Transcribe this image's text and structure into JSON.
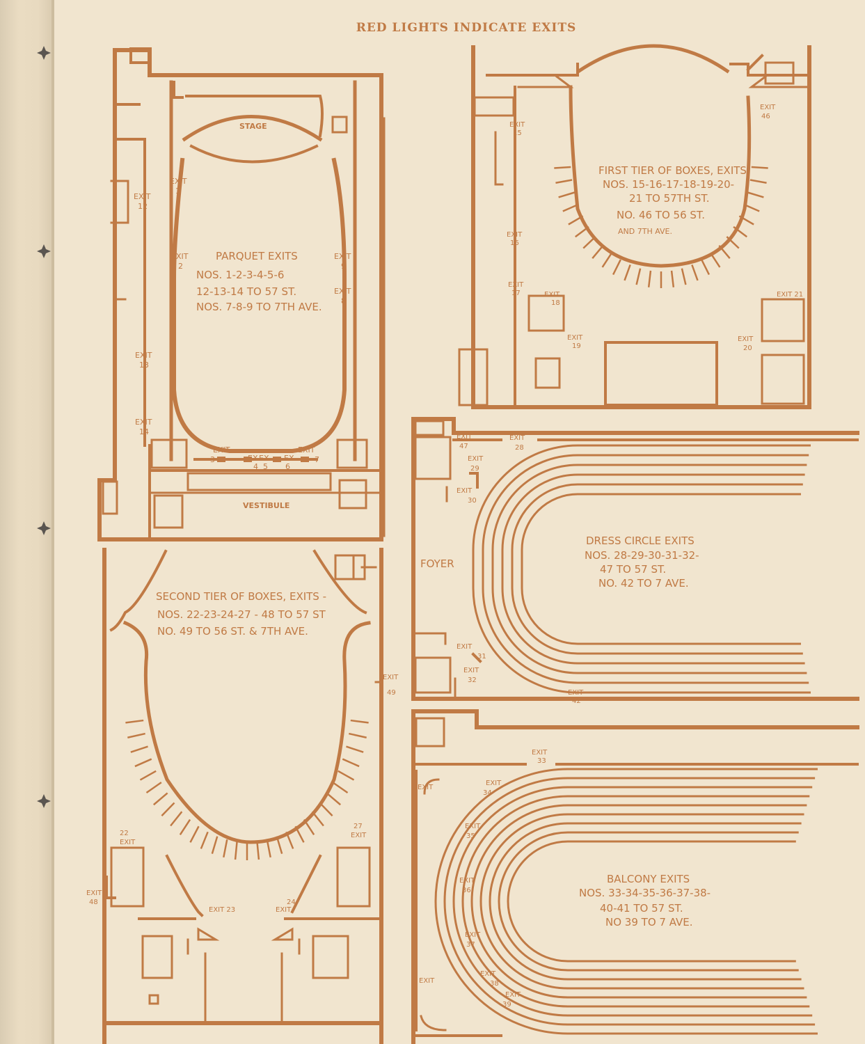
{
  "header": {
    "title": "RED LIGHTS INDICATE EXITS"
  },
  "colors": {
    "ink": "#c07a45",
    "paper": "#f1e5cf",
    "binding": "#e3d5ba"
  },
  "parquet": {
    "stage": "STAGE",
    "vestibule": "VESTIBULE",
    "heading": "PARQUET EXITS",
    "line1": "NOS. 1-2-3-4-5-6",
    "line2": "12-13-14 TO 57 ST.",
    "line3": "NOS. 7-8-9 TO 7TH AVE.",
    "exit_word": "EXIT",
    "ex_word": "EX",
    "n1": "1",
    "n2": "2",
    "n3": "3",
    "n4": "4",
    "n5": "5",
    "n6": "6",
    "n7": "7",
    "n8": "8",
    "n9": "9",
    "n12": "12",
    "n13": "13",
    "n14": "14"
  },
  "first_tier": {
    "heading": "FIRST TIER OF BOXES, EXITS",
    "line1": "NOS. 15-16-17-18-19-20-",
    "line2": "21 TO 57TH ST.",
    "line3": "NO. 46 TO 56 ST.",
    "line4": "AND 7TH AVE.",
    "exit_word": "EXIT",
    "exit21": "EXIT 21",
    "n15": "15",
    "n16": "16",
    "n17": "17",
    "n18": "18",
    "n19": "19",
    "n20": "20",
    "n46": "46"
  },
  "second_tier": {
    "heading": "SECOND TIER OF BOXES, EXITS -",
    "line1": "NOS. 22-23-24-27 - 48 TO 57 ST",
    "line2": "NO. 49 TO 56 ST. & 7TH AVE.",
    "exit_word": "EXIT",
    "exit23": "EXIT 23",
    "n22": "22",
    "n24": "24",
    "n27": "27",
    "n48": "48",
    "n49": "49"
  },
  "dress_circle": {
    "foyer": "FOYER",
    "heading": "DRESS CIRCLE EXITS",
    "line1": "NOS. 28-29-30-31-32-",
    "line2": "47 TO 57 ST.",
    "line3": "NO. 42 TO 7 AVE.",
    "exit_word": "EXIT",
    "n28": "28",
    "n29": "29",
    "n30": "30",
    "n31": "31",
    "n32": "32",
    "n42": "42",
    "n47": "47"
  },
  "balcony": {
    "heading": "BALCONY EXITS",
    "line1": "NOS. 33-34-35-36-37-38-",
    "line2": "40-41 TO 57 ST.",
    "line3": "NO 39 TO 7 AVE.",
    "exit_word": "EXIT",
    "n33": "33",
    "n34": "34",
    "n35": "35",
    "n36": "36",
    "n37": "37",
    "n38": "38",
    "n39": "39"
  }
}
